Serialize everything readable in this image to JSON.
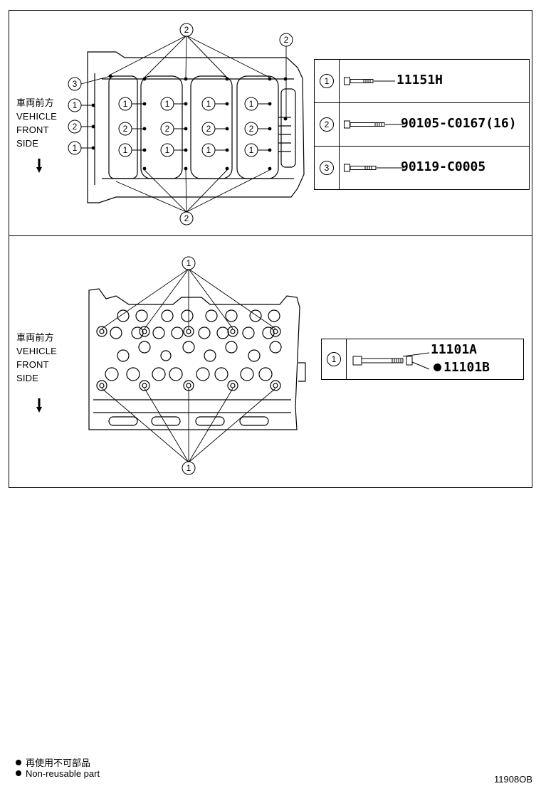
{
  "top_panel": {
    "direction": [
      "車両前方",
      "VEHICLE",
      "FRONT",
      "SIDE"
    ],
    "legend": [
      {
        "num": "1",
        "part": "11151H"
      },
      {
        "num": "2",
        "part": "90105-C0167(16)"
      },
      {
        "num": "3",
        "part": "90119-C0005"
      }
    ],
    "callouts": [
      "1",
      "2",
      "3"
    ]
  },
  "bottom_panel": {
    "direction": [
      "車両前方",
      "VEHICLE",
      "FRONT",
      "SIDE"
    ],
    "legend": {
      "num": "1",
      "part_a": "11101A",
      "part_b": "11101B"
    },
    "callouts": [
      "1"
    ]
  },
  "footer": {
    "note_jp": "再使用不可部品",
    "note_en": "Non-reusable part",
    "figure_code": "11908OB"
  }
}
